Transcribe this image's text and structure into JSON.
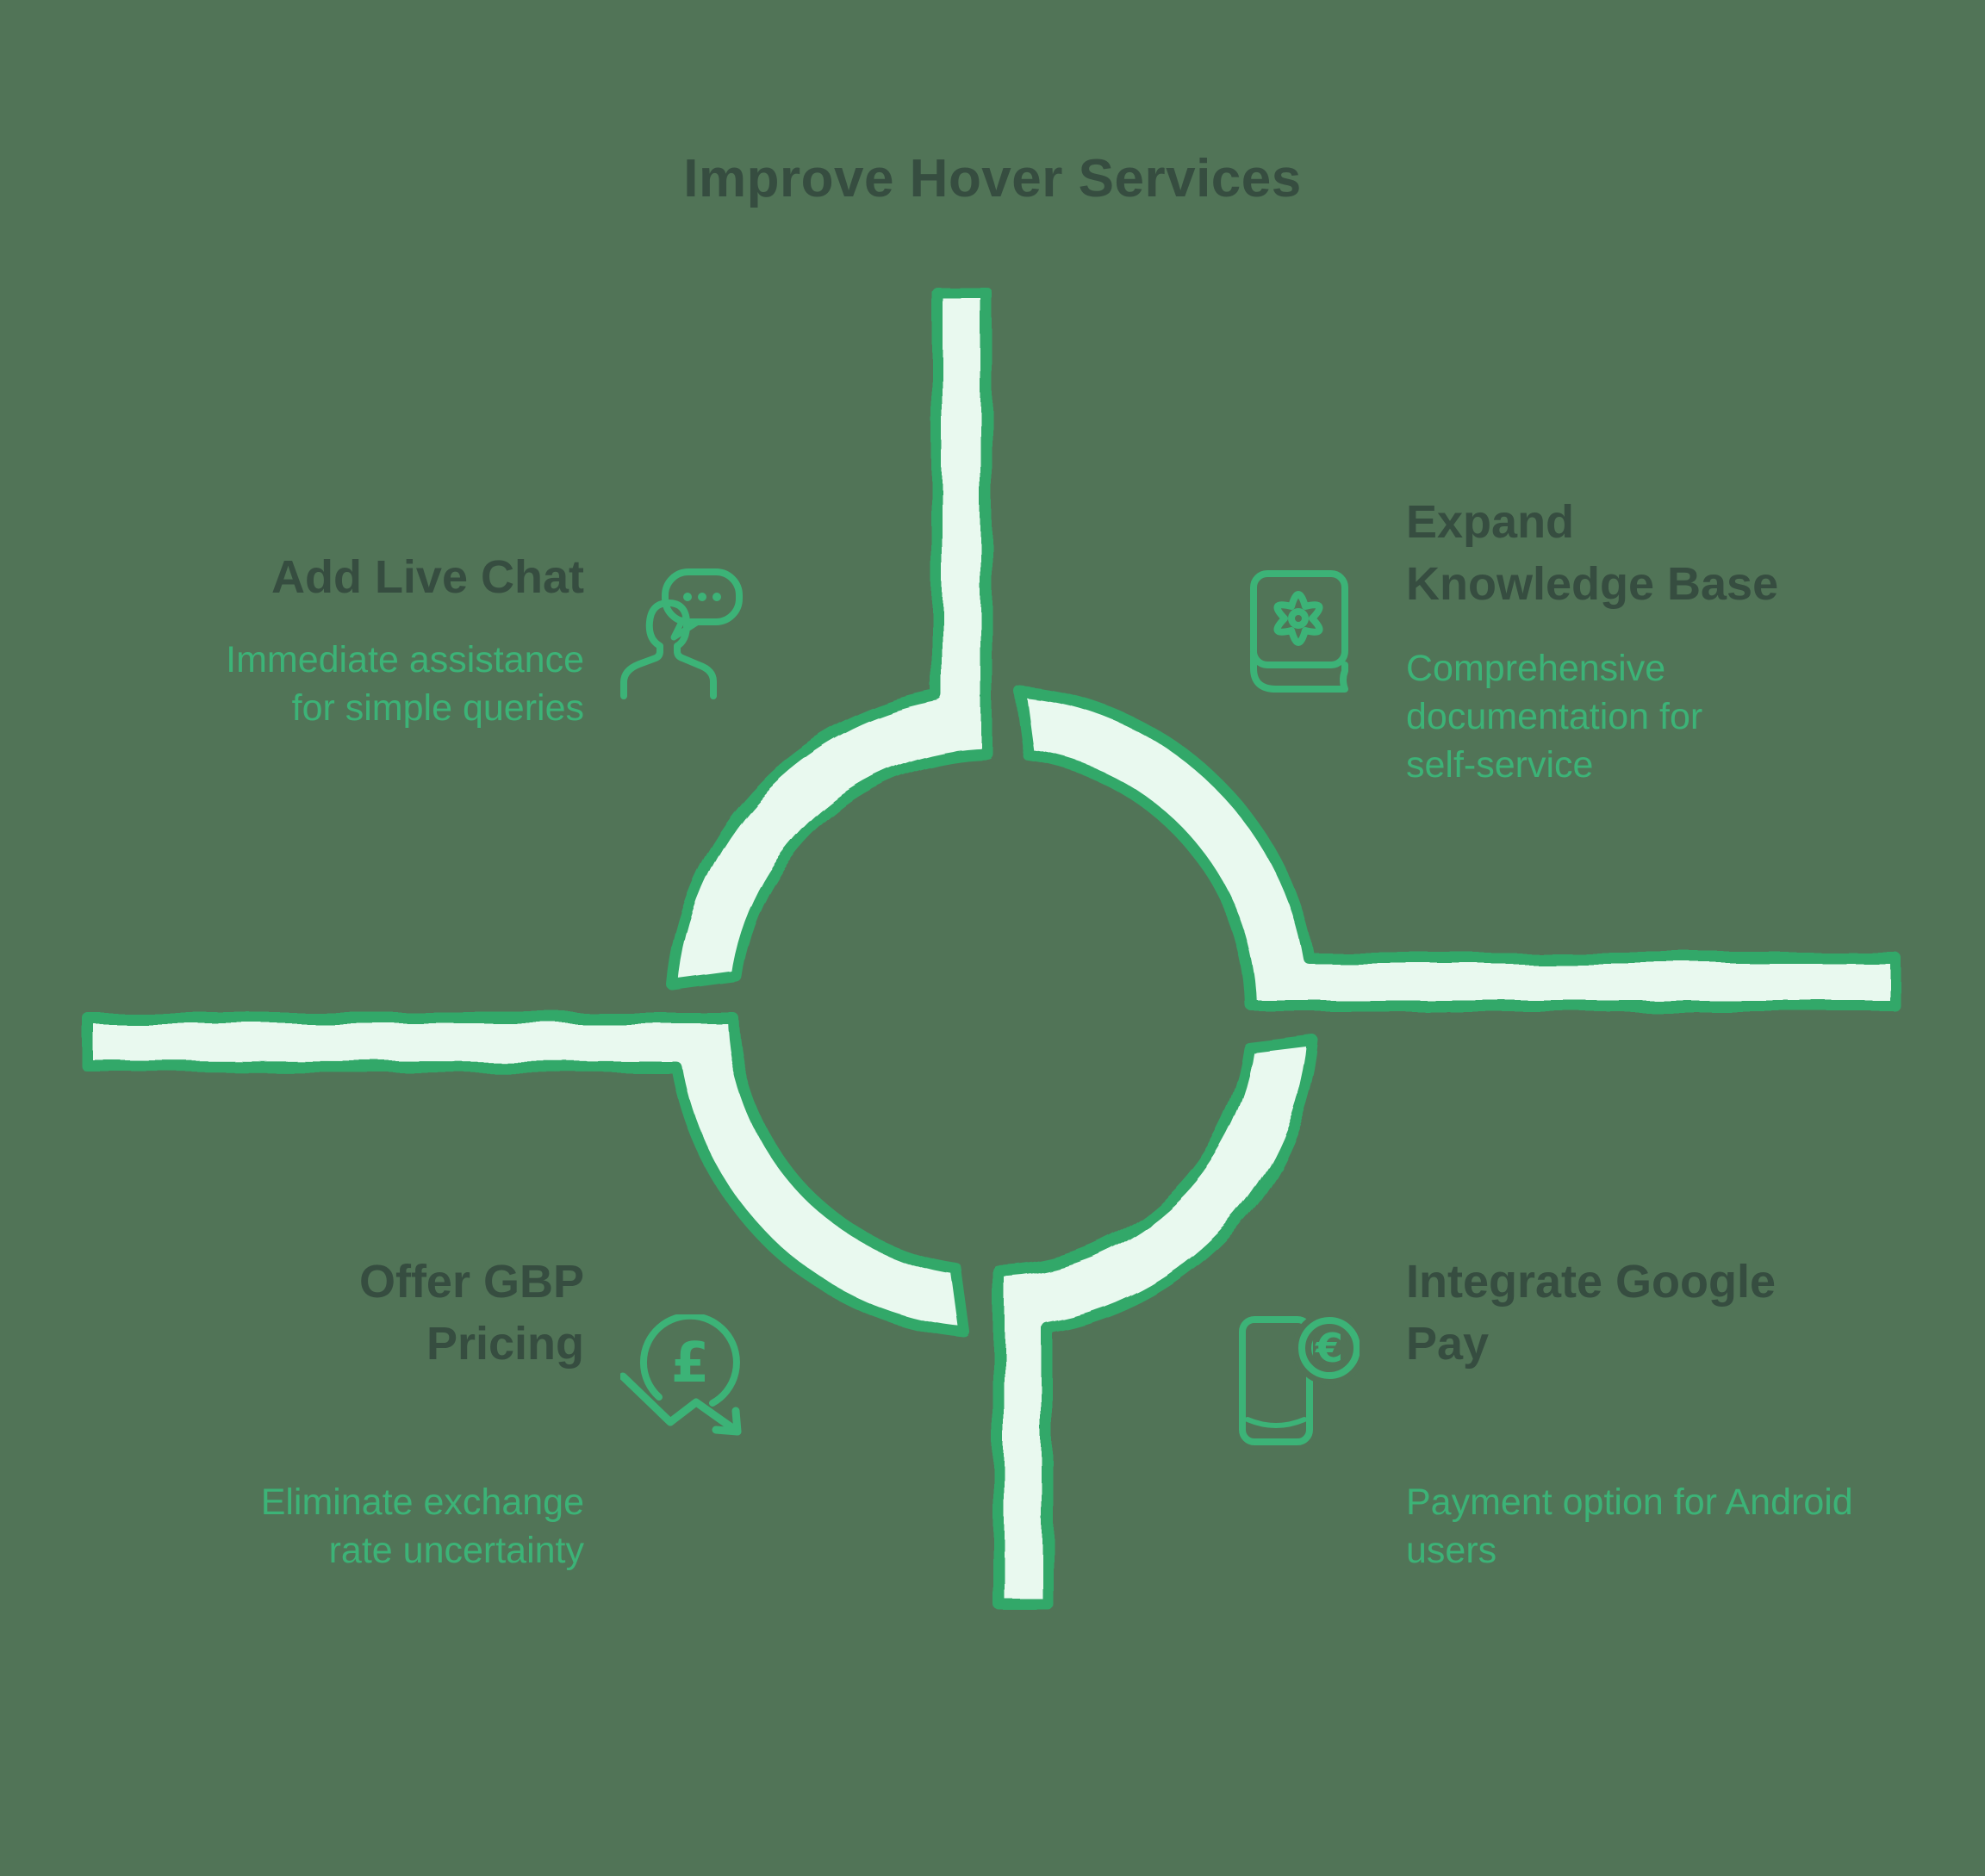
{
  "title": "Improve Hover Services",
  "colors": {
    "bg": "#517457",
    "ink": "#364D40",
    "green": "#3CB377",
    "stroke": "#32A869",
    "fill": "#E9F9EF"
  },
  "quadrants": {
    "top_left": {
      "title": "Add Live Chat",
      "desc": "Immediate assistance\nfor simple queries",
      "icon": "live-chat-person-icon"
    },
    "top_right": {
      "title": "Expand\nKnowledge Base",
      "desc": "Comprehensive\ndocumentation for\nself-service",
      "icon": "book-gear-icon"
    },
    "bottom_left": {
      "title": "Offer GBP\nPricing",
      "desc": "Eliminate exchange\nrate uncertainty",
      "icon": "pound-decline-arrow-icon",
      "currency_symbol": "£"
    },
    "bottom_right": {
      "title": "Integrate Google\nPay",
      "desc": "Payment option for Android\nusers",
      "icon": "phone-euro-coin-icon",
      "currency_symbol": "€"
    }
  }
}
